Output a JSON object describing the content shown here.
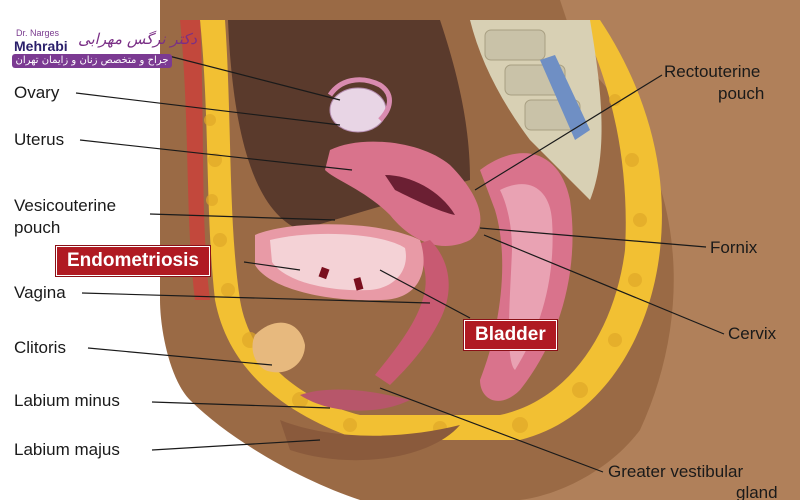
{
  "logo": {
    "name_line_1": "Dr. Narges",
    "name_line_2": "Mehrabi",
    "persian_name": "دکتر نرگس مهرابی",
    "persian_subtitle": "جراح و متخصص زنان و زایمان تهران"
  },
  "labels": {
    "ovary": "Ovary",
    "uterus": "Uterus",
    "vesicouterine_1": "Vesicouterine",
    "vesicouterine_2": "pouch",
    "vagina": "Vagina",
    "clitoris": "Clitoris",
    "labium_minus": "Labium minus",
    "labium_majus": "Labium majus",
    "rectouterine_1": "Rectouterine",
    "rectouterine_2": "pouch",
    "fornix": "Fornix",
    "cervix": "Cervix",
    "greater_vestibular_1": "Greater vestibular",
    "greater_vestibular_2": "gland"
  },
  "callouts": {
    "endometriosis": "Endometriosis",
    "bladder": "Bladder"
  },
  "colors": {
    "skin": "#9a6a45",
    "fat": "#f2c033",
    "uterus": "#d9738c",
    "bladder_wall": "#e89aa6",
    "spine": "#c9c2a8",
    "callout_red": "#b01a22"
  }
}
